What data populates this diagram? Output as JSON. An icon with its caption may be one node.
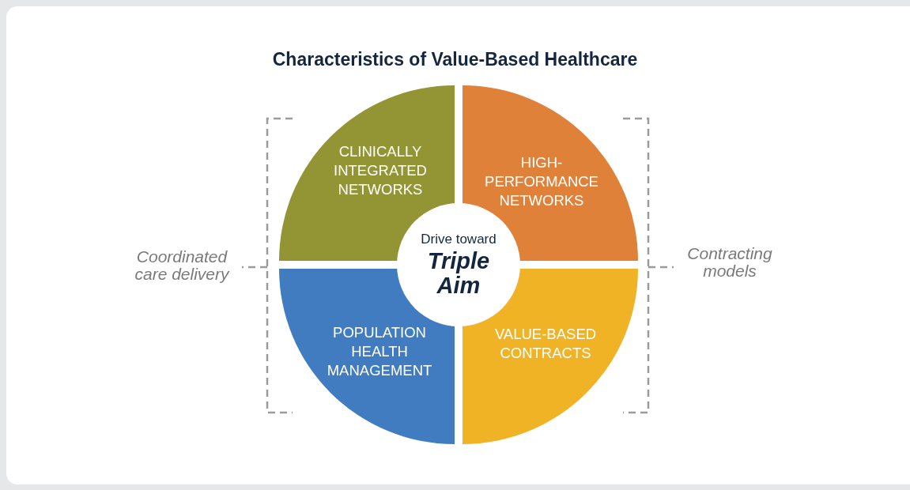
{
  "diagram": {
    "title": "Characteristics of Value-Based Healthcare",
    "nodes": [
      {
        "text": [
          "CLINICALLY INTEGRATED NETWORKS"
        ]
      },
      {
        "text": [
          "HIGH-PERFORMANCE NETWORKS"
        ]
      },
      {
        "text": [
          "Drive toward",
          "Triple Aim"
        ]
      },
      {
        "text": [
          "POPULATION HEALTH MANAGEMENT"
        ]
      },
      {
        "text": [
          "VALUE-BASED CONTRACTS"
        ]
      }
    ],
    "edges": [],
    "labels": [
      "Coordinated care delivery",
      "Contracting models"
    ]
  }
}
